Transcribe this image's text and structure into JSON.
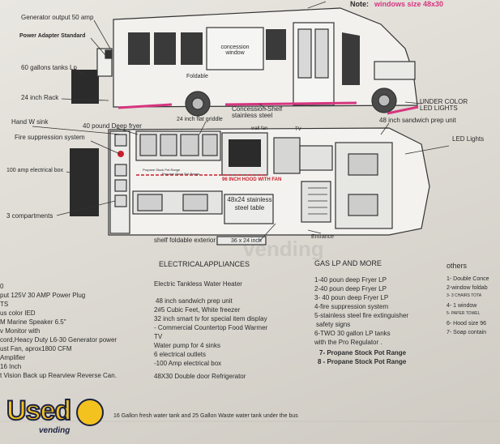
{
  "header": {
    "note_label": "Note:",
    "note_value": "windows size 48x30"
  },
  "side_view": {
    "generator": "Generator output 50 amp",
    "power_adapter": "Power Adapter Standard",
    "tanks": "60 gallons tanks Lp",
    "rack": "24 inch Rack",
    "concession_window": "concession window",
    "foldable": "Foldable",
    "concession_shelf": "Concession Shelf stainless steel",
    "under_led": "UNDER COLOR LED LIGHTS"
  },
  "floor_plan": {
    "hand_sink": "Hand W sink",
    "fryer": "40 pound Deep fryer",
    "griddle": "24 inch flat griddle",
    "fire_suppression": "Fire suppression system",
    "electrical_box": "100 amp electrical box",
    "compartments": "3 compartments",
    "wall_fan": "wall fan",
    "tv": "TV",
    "sandwich_prep": "48 inch sandwich prep unit",
    "led_lights": "LED Lights",
    "hood": "96 INCH HOOD WITH FAN",
    "stock_pot_1": "Propane Stock Pot Range",
    "stock_pot_2": "Propane Stock Pot Range",
    "steel_table": "48x24 stainless steel table",
    "shelf_foldable": "shelf foldable exterior",
    "shelf_size": "36 x 24 inch",
    "entrance": "Entrance"
  },
  "left_column": [
    "0",
    "put 125V 30 AMP Power Plug",
    "TS",
    "us color IED",
    "M Marine Speaker 6.5\"",
    "v Monitor with",
    "cord,Heacy Duty L6-30 Generator power",
    "ust Fan, aprox1800 CFM",
    "Amplifier",
    "16 Inch",
    "t Vision Back up Rearview Reverse Can."
  ],
  "electrical": {
    "heading": "ELECTRICALAPPLIANCES",
    "items": [
      "Electric Tankless Water Heater",
      "48 inch sandwich prep unit",
      "2#5 Cubic Feet, White freezer",
      "32 inch smart tv for special item display",
      "- Commercial Countertop Food Warmer",
      "TV",
      "Water pump for 4 sinks",
      "6 electrical outlets",
      "-100 Amp electrical box",
      "48X30 Double door Refrigerator"
    ]
  },
  "gas": {
    "heading": "GAS LP AND MORE",
    "items": [
      "1-40 poun deep Fryer LP",
      "2-40 poun deep Fryer LP",
      "3- 40 poun deep Fryer LP",
      "4-fire suppression system",
      "5-stainless steel fire extinguisher",
      "safety signs",
      "6-TWO 30 gallon LP tanks",
      "with the Pro Regulator .",
      "7- Propane Stock Pot Range",
      "8 - Propane Stock Pot Range"
    ]
  },
  "others": {
    "heading": "others",
    "items": [
      "1- Double Conce",
      "2-window foldab",
      "3- 3 CHAIRS TOTA",
      "4- 1 window",
      "5- PAPER TOWEL",
      "6- Hood size 96",
      "7- Soap contain"
    ]
  },
  "footer": "16 Gallon fresh water tank and 25 Gallon Waste water tank under the bus",
  "watermark": "vending",
  "logo": {
    "word": "Used",
    "sub": "vending"
  },
  "colors": {
    "ink": "#2a2a2a",
    "accent_pink": "#d6357f",
    "hood_red": "#c8202c",
    "logo_yellow": "#f4c21f",
    "logo_navy": "#1c2140"
  }
}
